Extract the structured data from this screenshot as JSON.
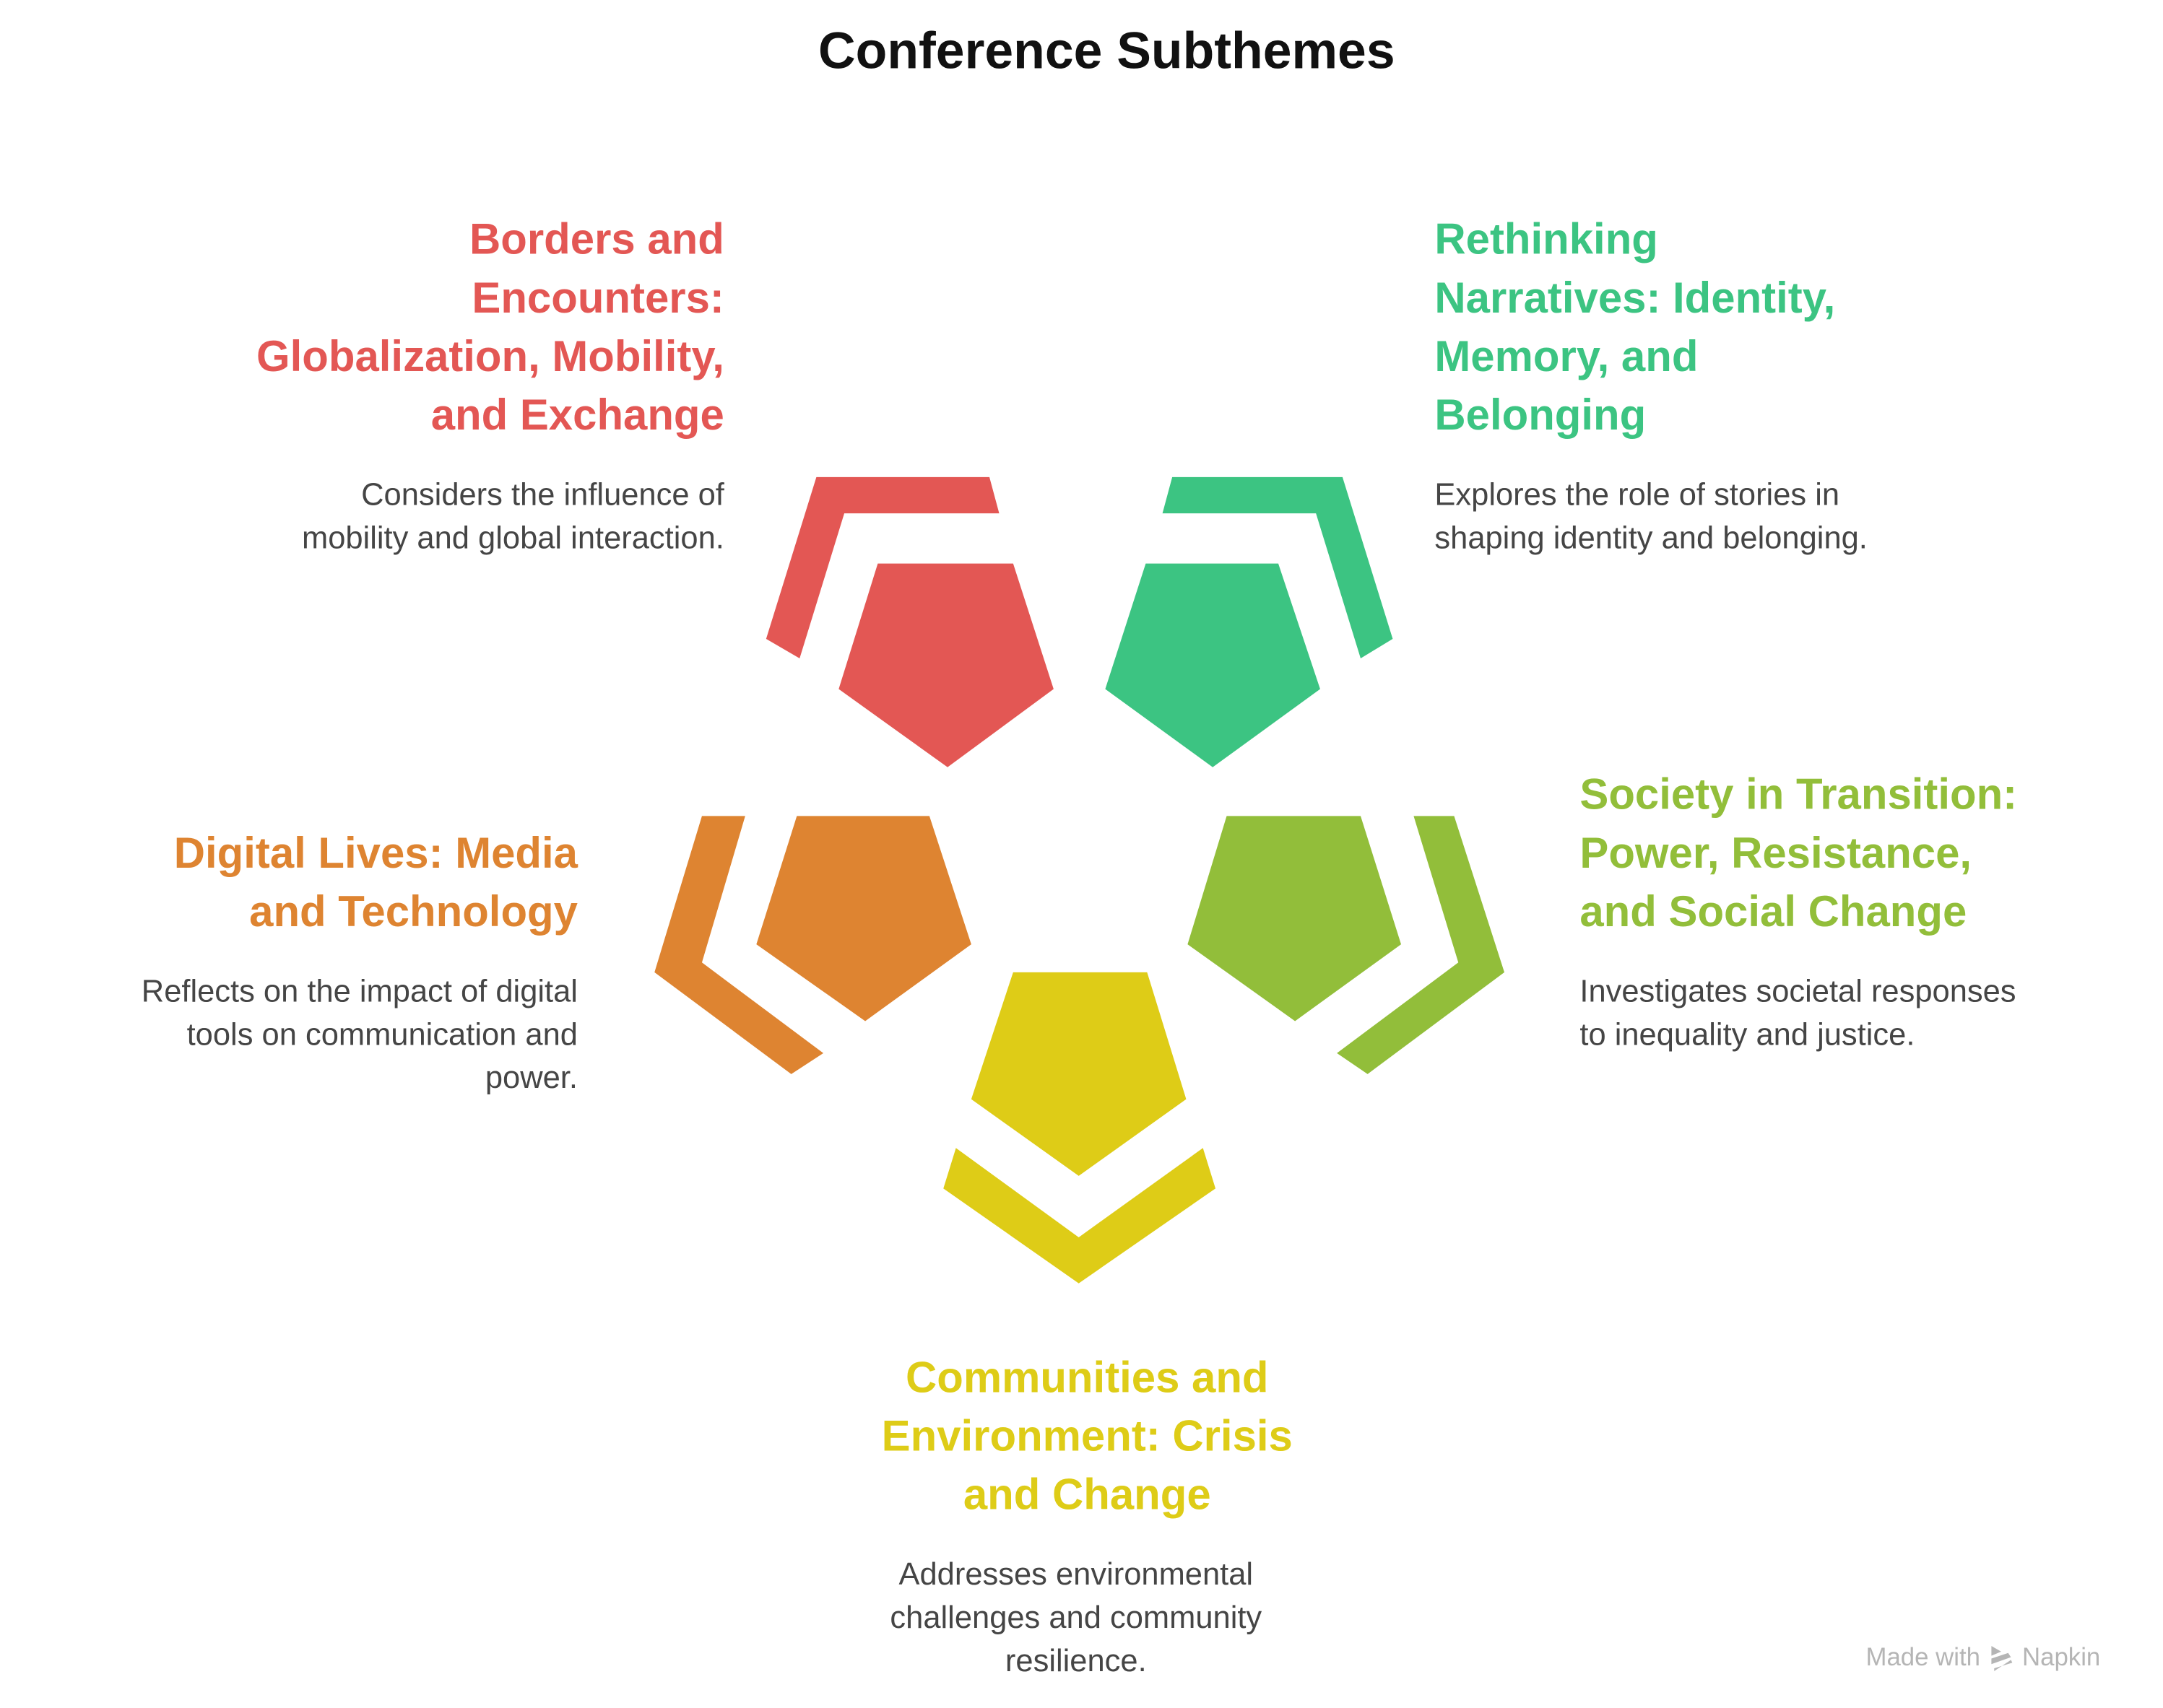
{
  "title": "Conference Subthemes",
  "colors": {
    "red": "#E35754",
    "green": "#3CC482",
    "orange": "#DE8431",
    "lime": "#92BE3A",
    "yellow": "#DECC17",
    "text": "#454545"
  },
  "themes": [
    {
      "heading_lines": [
        "Borders and",
        "Encounters:",
        "Globalization, Mobility,",
        "and Exchange"
      ],
      "desc_lines": [
        "Considers the influence of",
        "mobility and global interaction."
      ]
    },
    {
      "heading_lines": [
        "Rethinking",
        "Narratives: Identity,",
        "Memory, and",
        "Belonging"
      ],
      "desc_lines": [
        "Explores the role of stories in",
        "shaping identity and belonging."
      ]
    },
    {
      "heading_lines": [
        "Digital Lives: Media",
        "and Technology"
      ],
      "desc_lines": [
        "Reflects on the impact of digital",
        "tools on communication and",
        "power."
      ]
    },
    {
      "heading_lines": [
        "Society in Transition:",
        "Power, Resistance,",
        "and Social Change"
      ],
      "desc_lines": [
        "Investigates societal responses",
        "to inequality and justice."
      ]
    },
    {
      "heading_lines": [
        "Communities and",
        "Environment: Crisis",
        "and Change"
      ],
      "desc_lines": [
        "Addresses environmental",
        "challenges and community",
        "resilience."
      ]
    }
  ],
  "footer": {
    "made_with": "Made with",
    "brand": "Napkin",
    "icon": "napkin-logo-icon"
  }
}
